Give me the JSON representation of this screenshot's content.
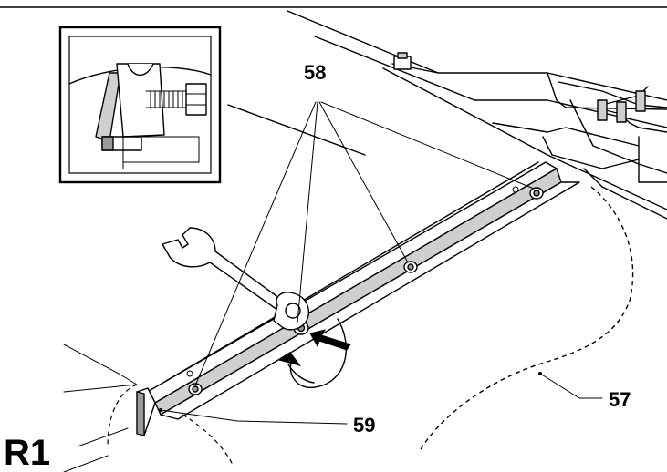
{
  "labels": {
    "figure": "R1",
    "callout_58": "58",
    "callout_57": "57",
    "callout_59": "59"
  },
  "colors": {
    "ink": "#000000",
    "paper": "#ffffff",
    "metal_light": "#cfcfcf",
    "metal_dark": "#9a9a9a"
  },
  "icons": {
    "wrench": "wrench-icon",
    "rotate_arrow": "rotate-arrow-icon",
    "push_arrow": "arrow-icon"
  }
}
